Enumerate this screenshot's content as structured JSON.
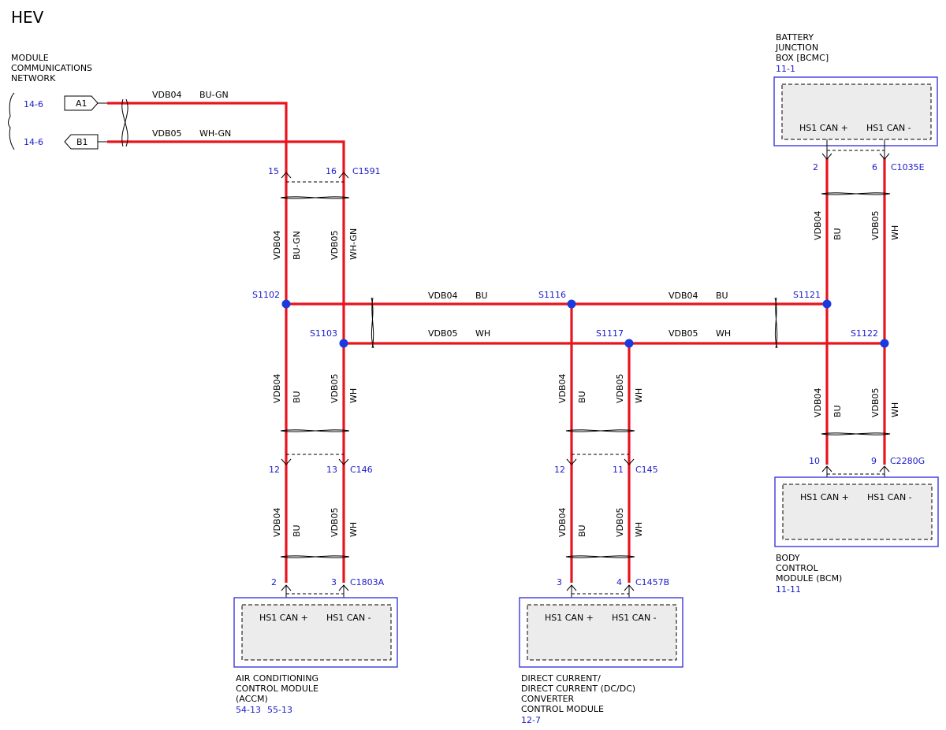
{
  "title": "HEV",
  "network": {
    "name_lines": [
      "MODULE",
      "COMMUNICATIONS",
      "NETWORK"
    ],
    "ref_a": "14-6",
    "ref_b": "14-6",
    "conn_a": "A1",
    "conn_b": "B1"
  },
  "wires": {
    "top_vdb04": "VDB04",
    "top_bugn": "BU-GN",
    "top_vdb05": "VDB05",
    "top_whgn": "WH-GN",
    "c1591_vdb04": "VDB04",
    "c1591_bugn": "BU-GN",
    "c1591_vdb05": "VDB05",
    "c1591_whgn": "WH-GN",
    "h1_vdb04": "VDB04",
    "h1_bu": "BU",
    "h2_vdb04": "VDB04",
    "h2_bu": "BU",
    "h3_vdb05": "VDB05",
    "h3_wh": "WH",
    "h4_vdb05": "VDB05",
    "h4_wh": "WH",
    "bcmc_vdb04": "VDB04",
    "bcmc_bu": "BU",
    "bcmc_vdb05": "VDB05",
    "bcmc_wh": "WH",
    "accm_mid_vdb04": "VDB04",
    "accm_mid_bu": "BU",
    "accm_mid_vdb05": "VDB05",
    "accm_mid_wh": "WH",
    "accm_low_vdb04": "VDB04",
    "accm_low_bu": "BU",
    "accm_low_vdb05": "VDB05",
    "accm_low_wh": "WH",
    "dcdc_mid_vdb04": "VDB04",
    "dcdc_mid_bu": "BU",
    "dcdc_mid_vdb05": "VDB05",
    "dcdc_mid_wh": "WH",
    "dcdc_low_vdb04": "VDB04",
    "dcdc_low_bu": "BU",
    "dcdc_low_vdb05": "VDB05",
    "dcdc_low_wh": "WH",
    "bcm_vdb04": "VDB04",
    "bcm_bu": "BU",
    "bcm_vdb05": "VDB05",
    "bcm_wh": "WH"
  },
  "splices": {
    "s1102": "S1102",
    "s1103": "S1103",
    "s1116": "S1116",
    "s1117": "S1117",
    "s1121": "S1121",
    "s1122": "S1122"
  },
  "connectors": {
    "c1591": {
      "name": "C1591",
      "pin_a": "15",
      "pin_b": "16"
    },
    "c1035e": {
      "name": "C1035E",
      "pin_a": "2",
      "pin_b": "6"
    },
    "c146": {
      "name": "C146",
      "pin_a": "12",
      "pin_b": "13"
    },
    "c145": {
      "name": "C145",
      "pin_a": "12",
      "pin_b": "11"
    },
    "c2280g": {
      "name": "C2280G",
      "pin_a": "10",
      "pin_b": "9"
    },
    "c1803a": {
      "name": "C1803A",
      "pin_a": "2",
      "pin_b": "3"
    },
    "c1457b": {
      "name": "C1457B",
      "pin_a": "3",
      "pin_b": "4"
    }
  },
  "modules": {
    "bcmc": {
      "name_lines": [
        "BATTERY",
        "JUNCTION",
        "BOX [BCMC]"
      ],
      "ref": "11-1",
      "pin_plus": "HS1 CAN +",
      "pin_minus": "HS1 CAN -"
    },
    "bcm": {
      "name_lines": [
        "BODY",
        "CONTROL",
        "MODULE (BCM)"
      ],
      "ref": "11-11",
      "pin_plus": "HS1 CAN +",
      "pin_minus": "HS1 CAN -"
    },
    "accm": {
      "name_lines": [
        "AIR CONDITIONING",
        "CONTROL MODULE",
        "(ACCM)"
      ],
      "ref_1": "54-13",
      "ref_2": "55-13",
      "pin_plus": "HS1 CAN +",
      "pin_minus": "HS1 CAN -"
    },
    "dcdc": {
      "name_lines": [
        "DIRECT CURRENT/",
        "DIRECT CURRENT (DC/DC)",
        "CONVERTER",
        "CONTROL MODULE"
      ],
      "ref": "12-7",
      "pin_plus": "HS1 CAN +",
      "pin_minus": "HS1 CAN -"
    }
  },
  "colors": {
    "wire": "#e8141e",
    "splice": "#1a3ae0",
    "reference": "#1a1acc",
    "module_border": "#3a3adc",
    "module_fill": "#ececec"
  },
  "icons": [
    "twisted-pair-icon",
    "connector-arrow-icon",
    "splice-dot-icon",
    "brace-icon"
  ]
}
